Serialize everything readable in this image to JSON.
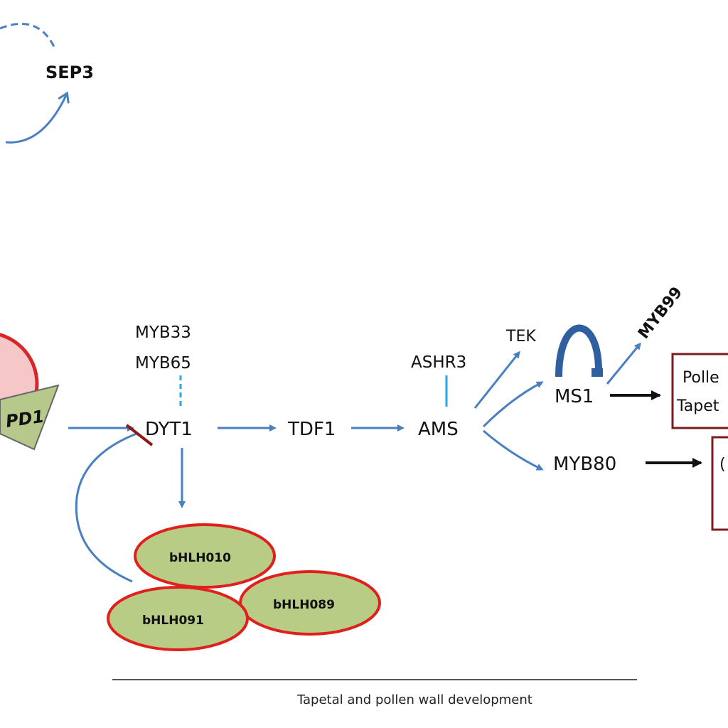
{
  "genes": {
    "sep3": "SEP3",
    "spd1_partial": "PD1",
    "myb33": "MYB33",
    "myb65": "MYB65",
    "dyt1": "DYT1",
    "tdf1": "TDF1",
    "ams": "AMS",
    "ashr3": "ASHR3",
    "tek": "TEK",
    "ms1": "MS1",
    "myb99": "MYB99",
    "myb80": "MYB80"
  },
  "bhlh": {
    "bhlh010": "bHLH010",
    "bhlh089": "bHLH089",
    "bhlh091": "bHLH091"
  },
  "boxes": {
    "box1_line1": "Polle",
    "box1_line2": "Tapet",
    "box2_line1": "("
  },
  "caption": "Tapetal and pollen wall development",
  "colors": {
    "arrow_blue": "#4a7fc1",
    "dashed_cyan": "#29a8e0",
    "inhibit_red": "#8b1a1a",
    "ellipse_fill": "#b8cc86",
    "ellipse_stroke": "#e0201c",
    "box_stroke": "#7b1d1d",
    "black_arrow": "#111111"
  }
}
